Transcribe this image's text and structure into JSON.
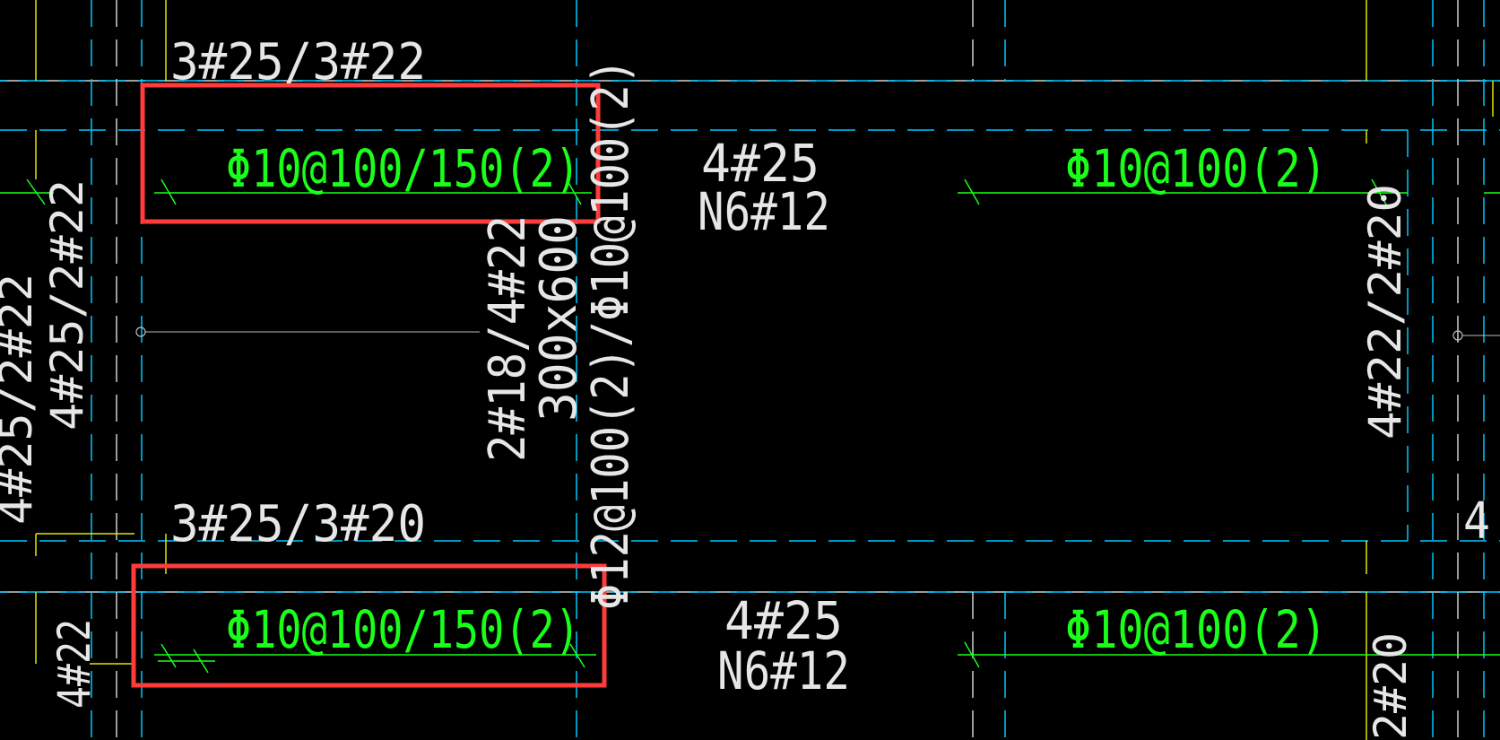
{
  "colors": {
    "background": "#000000",
    "green_text": "#1aff1a",
    "white_text": "#e6e6e6",
    "cyan_lines": "#00c8ff",
    "yellow_lines": "#e6e600",
    "highlight": "#ff3c3c"
  },
  "labels": {
    "top_rebar_upper": "3#25/3#22",
    "top_stirrup_left": "Φ10@100/150(2)",
    "top_mid_rebar": "4#25",
    "top_mid_waist": "N6#12",
    "top_stirrup_right": "Φ10@100(2)",
    "lower_rebar_upper": "3#25/3#20",
    "lower_stirrup_left": "Φ10@100/150(2)",
    "lower_mid_rebar": "4#25",
    "lower_mid_waist": "N6#12",
    "lower_stirrup_right": "Φ10@100(2)",
    "v_left_a": "4#25/2#22",
    "v_left_b": "4#25/2#22",
    "v_left_c": "4#22",
    "v_mid_a": "2#18/4#22",
    "v_mid_b": "300x600",
    "v_mid_c": "Φ12@100(2)/Φ10@100(2)",
    "v_right_a": "4#22/2#20",
    "v_right_b": "2#20",
    "v_far_right": "4"
  }
}
